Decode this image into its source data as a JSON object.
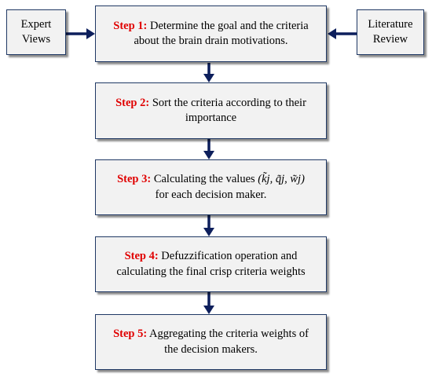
{
  "side_boxes": {
    "left": {
      "line1": "Expert",
      "line2": "Views"
    },
    "right": {
      "line1": "Literature",
      "line2": "Review"
    }
  },
  "steps": [
    {
      "label": "Step 1:",
      "line1": "Determine the goal and the criteria",
      "line2": "about the brain drain motivations."
    },
    {
      "label": "Step 2:",
      "line1": "Sort the criteria according to their",
      "line2": "importance"
    },
    {
      "label": "Step 3:",
      "line1": "Calculating the values",
      "line2": "for each decision maker.",
      "formula": "(k̃j, q̃j, w̃j)"
    },
    {
      "label": "Step 4:",
      "line1": "Defuzzification operation and",
      "line2": "calculating the final crisp criteria weights"
    },
    {
      "label": "Step 5:",
      "line1": "Aggregating the criteria weights of",
      "line2": "the decision makers."
    }
  ],
  "colors": {
    "step_label": "#e00000",
    "arrow": "#0d1f5c",
    "box_border": "#1f3864",
    "box_fill": "#f2f2f2"
  }
}
